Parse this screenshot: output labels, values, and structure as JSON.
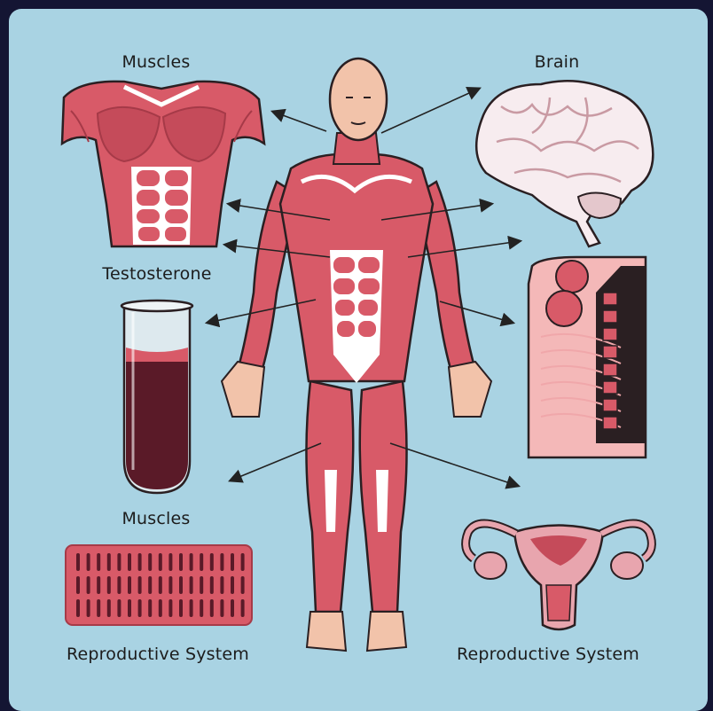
{
  "labels": {
    "muscles_top": "Muscles",
    "brain": "Brain",
    "testosterone": "Testosterone",
    "muscles_bottom": "Muscles",
    "reproductive_left": "Reproductive System",
    "reproductive_right": "Reproductive System"
  },
  "colors": {
    "background": "#141533",
    "panel": "#a9d3e3",
    "muscle": "#d85a68",
    "muscle_dark": "#b8404f",
    "tendon": "#ffffff",
    "skin": "#f2c3aa",
    "blood": "#5a1a28",
    "outline": "#2a1f22"
  }
}
